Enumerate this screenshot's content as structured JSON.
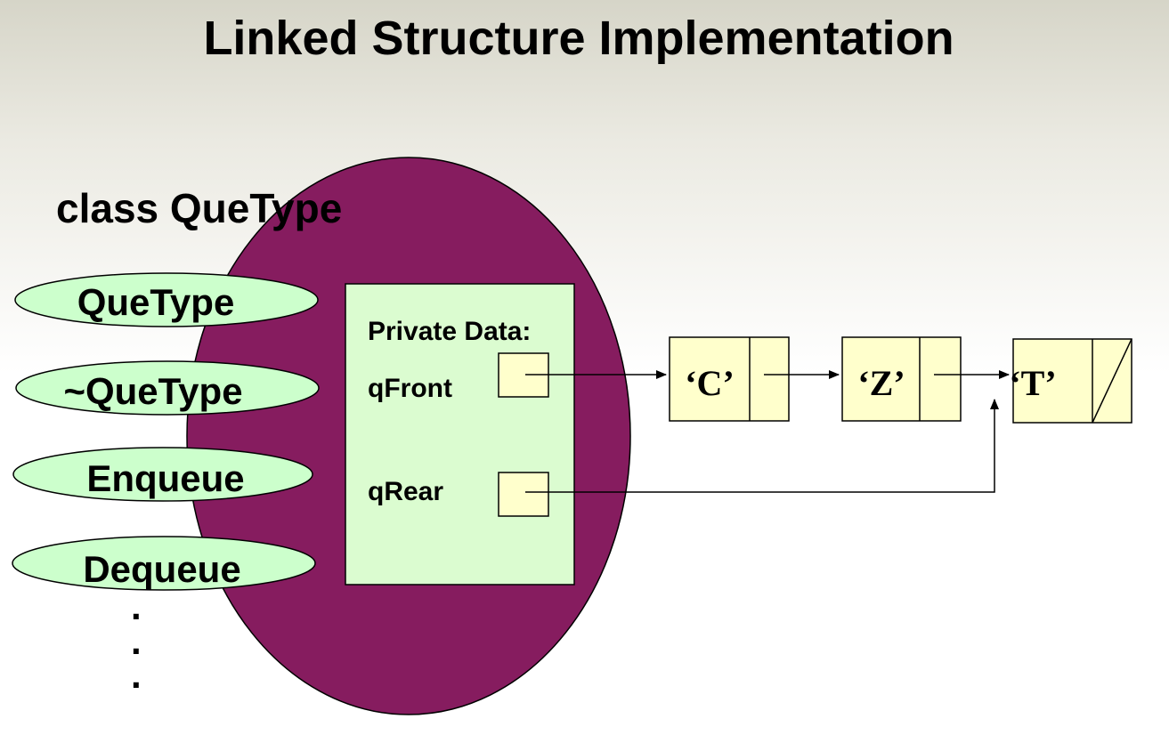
{
  "title": "Linked Structure Implementation",
  "class_label": "class QueType",
  "methods": [
    "QueType",
    "~QueType",
    "Enqueue",
    "Dequeue"
  ],
  "ellipsis": ".",
  "private_data": {
    "heading": "Private Data:",
    "front_label": "qFront",
    "rear_label": "qRear"
  },
  "nodes": [
    "‘C’",
    "‘Z’",
    "‘T’"
  ],
  "colors": {
    "class_ellipse": "#861c5f",
    "method_oval": "#ccffcc",
    "private_box": "#dbfcd0",
    "node_fill": "#ffffcc",
    "pointer_box": "#ffffcc"
  }
}
